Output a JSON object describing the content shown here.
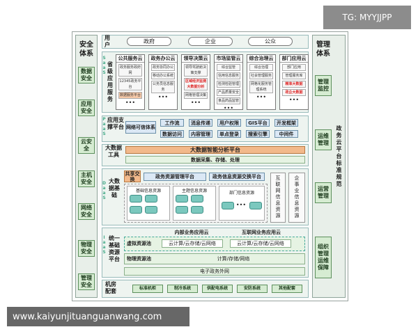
{
  "badge": "TG: MYYJJPP",
  "watermark": "www.kaiyunjituanguanwang.com",
  "left": {
    "title": "安全体系",
    "items": [
      "数据安全",
      "应用安全",
      "云安全",
      "主机安全",
      "网络安全",
      "物理安全",
      "管理安全"
    ]
  },
  "right": {
    "title": "管理体系",
    "items": [
      "管理监控",
      "运维管理",
      "运营管理",
      "组织管理运维保障"
    ],
    "vertical": "政务云平台标准规范"
  },
  "users": {
    "label": "用户",
    "items": [
      "政府",
      "企业",
      "公众"
    ]
  },
  "saas": {
    "tag": "SaaS",
    "label": "省级应用服务",
    "apps": [
      {
        "title": "公共服务云",
        "items": [
          "政务服务政府网",
          "12345政务平台",
          "数据服务平台"
        ]
      },
      {
        "title": "政务办公云",
        "items": [
          "政务协同办公",
          "移动办公系统",
          "公务员信息服务"
        ]
      },
      {
        "title": "领导决策云",
        "items": [
          "领导驾驶舱决策支撑",
          "区域经济监测大数据分析",
          "网格管理决策"
        ]
      },
      {
        "title": "市场监管云",
        "items": [
          "综合监管",
          "信用信息服务",
          "检测检验管理",
          "产品质量安全",
          "食品药品监管"
        ]
      },
      {
        "title": "综合治理云",
        "items": [
          "综合治理",
          "社会管理服务",
          "网格化服务管理系统"
        ]
      },
      {
        "title": "部门应用云",
        "items": [
          "部门应用",
          "管理服务库",
          "精准大数据",
          "政企大数据"
        ]
      }
    ],
    "dots": "•••"
  },
  "paas": {
    "tag": "PaaS",
    "label": "应用支撑平台",
    "items": [
      "网络可信体系",
      "工作流",
      "消息传递",
      "用户权限",
      "GIS平台",
      "开发框架",
      "数据访问",
      "内容管理",
      "单点登录",
      "搜索引擎",
      "中间件"
    ]
  },
  "bigdata_tools": {
    "label": "大数据工具",
    "bar1": "大数据智能分析平台",
    "bar2": "数据采集、存储、处理"
  },
  "daas": {
    "tag": "DaaS",
    "label": "大数据基础",
    "share": "共享交换",
    "platforms": [
      "政务资源管理平台",
      "政务信息资源交换平台"
    ],
    "dbs": [
      "基础信息资源",
      "主题信息资源",
      "部门信息资源"
    ],
    "dots": "•••",
    "side_boxes": [
      "互联网信息资源",
      "企事业信息资源"
    ]
  },
  "iaas": {
    "tag": "IaaS",
    "label": "统一基础资源平台",
    "clouds": [
      "内部业务应用云",
      "互联网业务应用云"
    ],
    "virtual": "虚拟资源池",
    "virtual_items": [
      "云计算/云存储/云网络",
      "云计算/云存储/云网络"
    ],
    "physical": "物理资源池",
    "physical_items": "计算/存储/网络",
    "network": "电子政务外网"
  },
  "room": {
    "label": "机房配套",
    "items": [
      "标准机柜",
      "制冷系统",
      "供配电系统",
      "安防系统",
      "其他配套"
    ]
  }
}
